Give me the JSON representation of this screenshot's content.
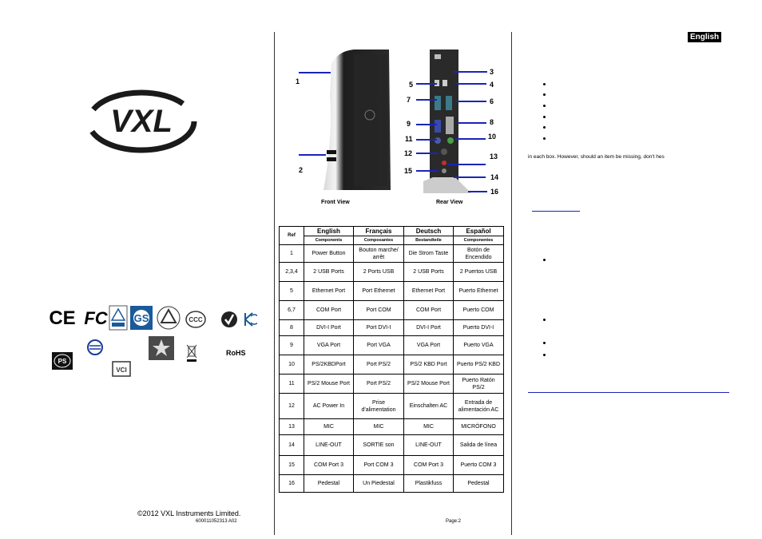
{
  "certifications": [
    "CE",
    "FC",
    "RoHS"
  ],
  "copyright": "©2012 VXL Instruments Limited.",
  "part_number": "600011052313 A02",
  "front_view_caption": "Front View",
  "rear_view_caption": "Rear View",
  "callouts": [
    "1",
    "2",
    "3",
    "4",
    "5",
    "6",
    "7",
    "8",
    "9",
    "10",
    "11",
    "12",
    "13",
    "14",
    "15",
    "16"
  ],
  "table": {
    "ref_header": "Ref",
    "languages": [
      "English",
      "Français",
      "Deutsch",
      "Español"
    ],
    "subheaders": [
      "Components",
      "Composantes",
      "Bestandteile",
      "Componentes"
    ],
    "rows": [
      {
        "ref": "1",
        "cells": [
          "Power Button",
          "Bouton marche/ arrêt",
          "Die Strom Taste",
          "Botón de Encendido"
        ]
      },
      {
        "ref": "2,3,4",
        "cells": [
          "2 USB Ports",
          "2 Ports USB",
          "2 USB Ports",
          "2 Puertos USB"
        ]
      },
      {
        "ref": "5",
        "cells": [
          "Ethernet Port",
          "Port Ethernet",
          "Ethernet Port",
          "Puerto Ethernet"
        ]
      },
      {
        "ref": "6,7",
        "cells": [
          "COM Port",
          "Port COM",
          "COM Port",
          "Puerto COM"
        ]
      },
      {
        "ref": "8",
        "cells": [
          "DVI-I Port",
          "Port DVI-I",
          "DVI-I Port",
          "Puerto DVI-I"
        ]
      },
      {
        "ref": "9",
        "cells": [
          "VGA Port",
          "Port VGA",
          "VGA Port",
          "Puerto VGA"
        ]
      },
      {
        "ref": "10",
        "cells": [
          "PS/2KBDPort",
          "Port PS/2",
          "PS/2 KBD Port",
          "Puerto PS/2 KBD"
        ]
      },
      {
        "ref": "11",
        "cells": [
          "PS/2 Mouse Port",
          "Port  PS/2",
          "PS/2 Mouse Port",
          "Puerto Ratón PS/2"
        ]
      },
      {
        "ref": "12",
        "cells": [
          "AC Power In",
          "Prise d'alimentation",
          "Einschalten AC",
          "Entrada de alimentación AC"
        ]
      },
      {
        "ref": "13",
        "cells": [
          "MIC",
          "MIC",
          "MIC",
          "MICRÓFONO"
        ]
      },
      {
        "ref": "14",
        "cells": [
          "LINE-OUT",
          "SORTIE son",
          "LINE-OUT",
          "Salida de línea"
        ]
      },
      {
        "ref": "15",
        "cells": [
          "COM Port 3",
          "Port COM 3",
          "COM Port 3",
          "Puerto COM 3"
        ]
      },
      {
        "ref": "16",
        "cells": [
          "Pedestal",
          "Un Piedestal",
          "Plastikfuss",
          "Pedestal"
        ]
      }
    ]
  },
  "page_label": "Page:2",
  "language_tag": "English",
  "right_text": "in each box. However, should an item be missing, don't hes"
}
